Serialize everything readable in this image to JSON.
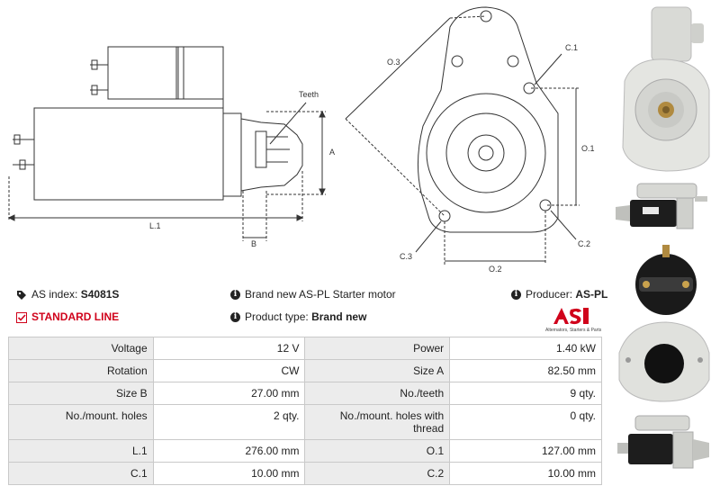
{
  "drawing": {
    "labels": {
      "teeth": "Teeth",
      "a": "A",
      "l1": "L.1",
      "b": "B",
      "o3": "O.3",
      "c1": "C.1",
      "o1": "O.1",
      "c2": "C.2",
      "c3": "C.3",
      "o2": "O.2"
    }
  },
  "header": {
    "as_index_label": "AS index:",
    "as_index_value": "S4081S",
    "product_line": "STANDARD LINE",
    "description": "Brand new AS-PL Starter motor",
    "product_type_label": "Product type:",
    "product_type_value": "Brand new",
    "producer_label": "Producer:",
    "producer_value": "AS-PL"
  },
  "logo": {
    "mark": "AS",
    "tagline": "Alternators, Starters & Parts",
    "color": "#d0021b"
  },
  "specs": [
    {
      "l1": "Voltage",
      "v1": "12 V",
      "l2": "Power",
      "v2": "1.40 kW"
    },
    {
      "l1": "Rotation",
      "v1": "CW",
      "l2": "Size A",
      "v2": "82.50 mm"
    },
    {
      "l1": "Size B",
      "v1": "27.00 mm",
      "l2": "No./teeth",
      "v2": "9 qty."
    },
    {
      "l1": "No./mount. holes",
      "v1": "2 qty.",
      "l2": "No./mount. holes with thread",
      "v2": "0 qty."
    },
    {
      "l1": "L.1",
      "v1": "276.00 mm",
      "l2": "O.1",
      "v2": "127.00 mm"
    },
    {
      "l1": "C.1",
      "v1": "10.00 mm",
      "l2": "C.2",
      "v2": "10.00 mm"
    }
  ],
  "thumbnails": [
    "starter-front-photo",
    "starter-side-photo",
    "starter-terminal-photo",
    "starter-side-photo-2"
  ]
}
